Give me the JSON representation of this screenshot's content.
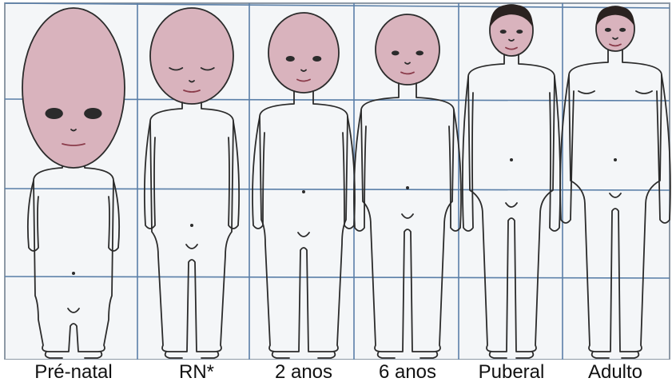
{
  "colors": {
    "board": "#f4f6f8",
    "grid": "#5a7fa8",
    "line": "#2b2b2b",
    "head_fill": "#d9b3bd",
    "hair": "#2a2220",
    "caption": "#111111"
  },
  "stages": [
    {
      "id": "prenatal",
      "label": "Pré-natal"
    },
    {
      "id": "rn",
      "label": "RN*"
    },
    {
      "id": "2anos",
      "label": "2 anos"
    },
    {
      "id": "6anos",
      "label": "6 anos"
    },
    {
      "id": "puberal",
      "label": "Puberal"
    },
    {
      "id": "adulto",
      "label": "Adulto"
    }
  ]
}
